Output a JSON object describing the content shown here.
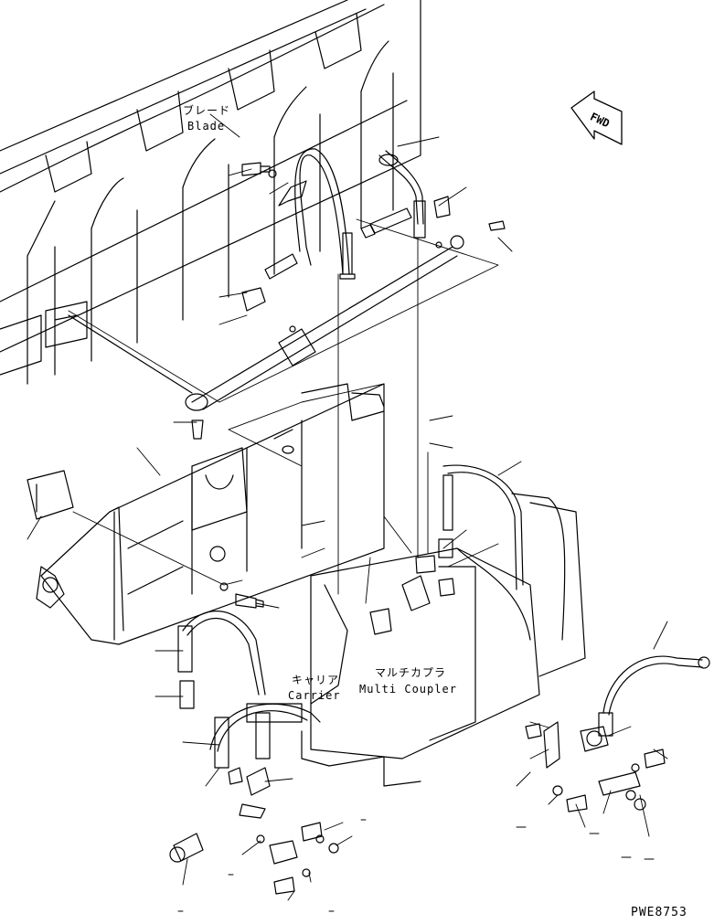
{
  "labels": {
    "blade_jp": "ブレード",
    "blade_en": "Blade",
    "carrier_jp": "キャリア",
    "carrier_en": "Carrier",
    "coupler_jp": "マルチカプラ",
    "coupler_en": "Multi Coupler",
    "fwd": "FWD",
    "drawing_code": "PWE8753"
  },
  "colors": {
    "line": "#000000",
    "background": "#ffffff"
  }
}
